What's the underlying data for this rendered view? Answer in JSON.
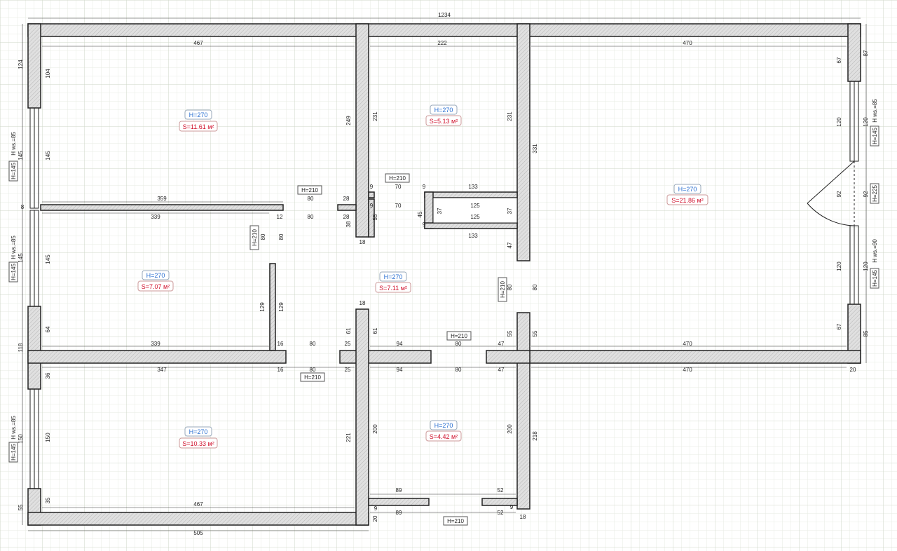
{
  "colors": {
    "height_tag": "#2a6fd1",
    "area_tag": "#d0102c",
    "wall_fill": "#d9d9d9",
    "grid_minor": "#e7ebe3",
    "grid_major": "#cfd7c8"
  },
  "overall": {
    "width_top": "1234",
    "width_bottom_left": "505"
  },
  "rooms": {
    "top_left": {
      "height": "H=270",
      "area": "S=11.61 м²",
      "w_top": "467",
      "h_right": "249",
      "w_bottom": "359",
      "h_left_a": "104",
      "h_left_b": "145"
    },
    "mid_left": {
      "height": "H=270",
      "area": "S=7.07 м²",
      "w_top": "339",
      "w_bottom": "339",
      "h_left": "145",
      "h_left_b": "64",
      "h_right": "129"
    },
    "bottom_left": {
      "height": "H=270",
      "area": "S=10.33 м²",
      "w_top": "347",
      "w_bottom": "467",
      "h_right": "221",
      "h_left": "150",
      "h_left_b": "35"
    },
    "top_mid": {
      "height": "H=270",
      "area": "S=5.13 м²",
      "w_top": "222",
      "h_left": "231",
      "h_right": "231"
    },
    "hall": {
      "height": "H=270",
      "area": "S=7.11 м²"
    },
    "bottom_mid": {
      "height": "H=270",
      "area": "S=4.42 м²",
      "h_left": "200",
      "h_right": "200"
    },
    "right": {
      "height": "H=270",
      "area": "S=21.86 м²",
      "w_top": "470",
      "w_bottom": "470",
      "w_bottom_out": "470",
      "h_left": "331"
    }
  },
  "doors": {
    "d1": "H=210",
    "d2": "H=210",
    "d3": "H=210",
    "d4": "H=210",
    "d5": "H=210",
    "d6": "H=210",
    "d7": "H=210"
  },
  "windows": {
    "w_left_top": {
      "h": "H=145",
      "ws": "H ws.=85"
    },
    "w_left_mid": {
      "h": "H=145",
      "ws": "H ws.=85"
    },
    "w_left_bot": {
      "h": "H=145",
      "ws": "H ws.=85"
    },
    "w_right_top": {
      "h": "H=145",
      "ws": "H ws.=85"
    },
    "w_right_bot": {
      "h": "H=145",
      "ws": "H ws.=90"
    },
    "door_right": {
      "h": "H=225"
    }
  },
  "labels": {
    "l124": "124",
    "l118": "118",
    "l55": "55",
    "l8": "8",
    "l145a": "145",
    "l145b": "145",
    "l150": "150",
    "l36": "36",
    "l80a": "80",
    "l80b": "80",
    "l80c": "80",
    "l80d": "80",
    "l80e": "80",
    "l80f": "80",
    "l80g": "80",
    "l80h": "80",
    "l80i": "80",
    "l80j": "80",
    "l28a": "28",
    "l28b": "28",
    "l12": "12",
    "l38": "38",
    "l18a": "18",
    "l18b": "18",
    "l18c": "18",
    "l9a": "9",
    "l9b": "9",
    "l9c": "9",
    "l9d": "9",
    "l9e": "9",
    "l9f": "9",
    "l70a": "70",
    "l70b": "70",
    "l133a": "133",
    "l133b": "133",
    "l125a": "125",
    "l125b": "125",
    "l37a": "37",
    "l37b": "37",
    "l45": "45",
    "l55b": "55",
    "l55c": "55",
    "l55d": "55",
    "l47a": "47",
    "l47b": "47",
    "l47c": "47",
    "l94a": "94",
    "l94b": "94",
    "l16a": "16",
    "l16b": "16",
    "l25a": "25",
    "l25b": "25",
    "l61a": "61",
    "l61b": "61",
    "l89a": "89",
    "l89b": "89",
    "l52a": "52",
    "l52b": "52",
    "l20a": "20",
    "l20b": "20",
    "l218": "218",
    "l87": "87",
    "l67a": "67",
    "l67b": "67",
    "l120a": "120",
    "l120b": "120",
    "l120c": "120",
    "l120d": "120",
    "l92a": "92",
    "l92b": "92",
    "l85": "85",
    "l129": "129"
  }
}
